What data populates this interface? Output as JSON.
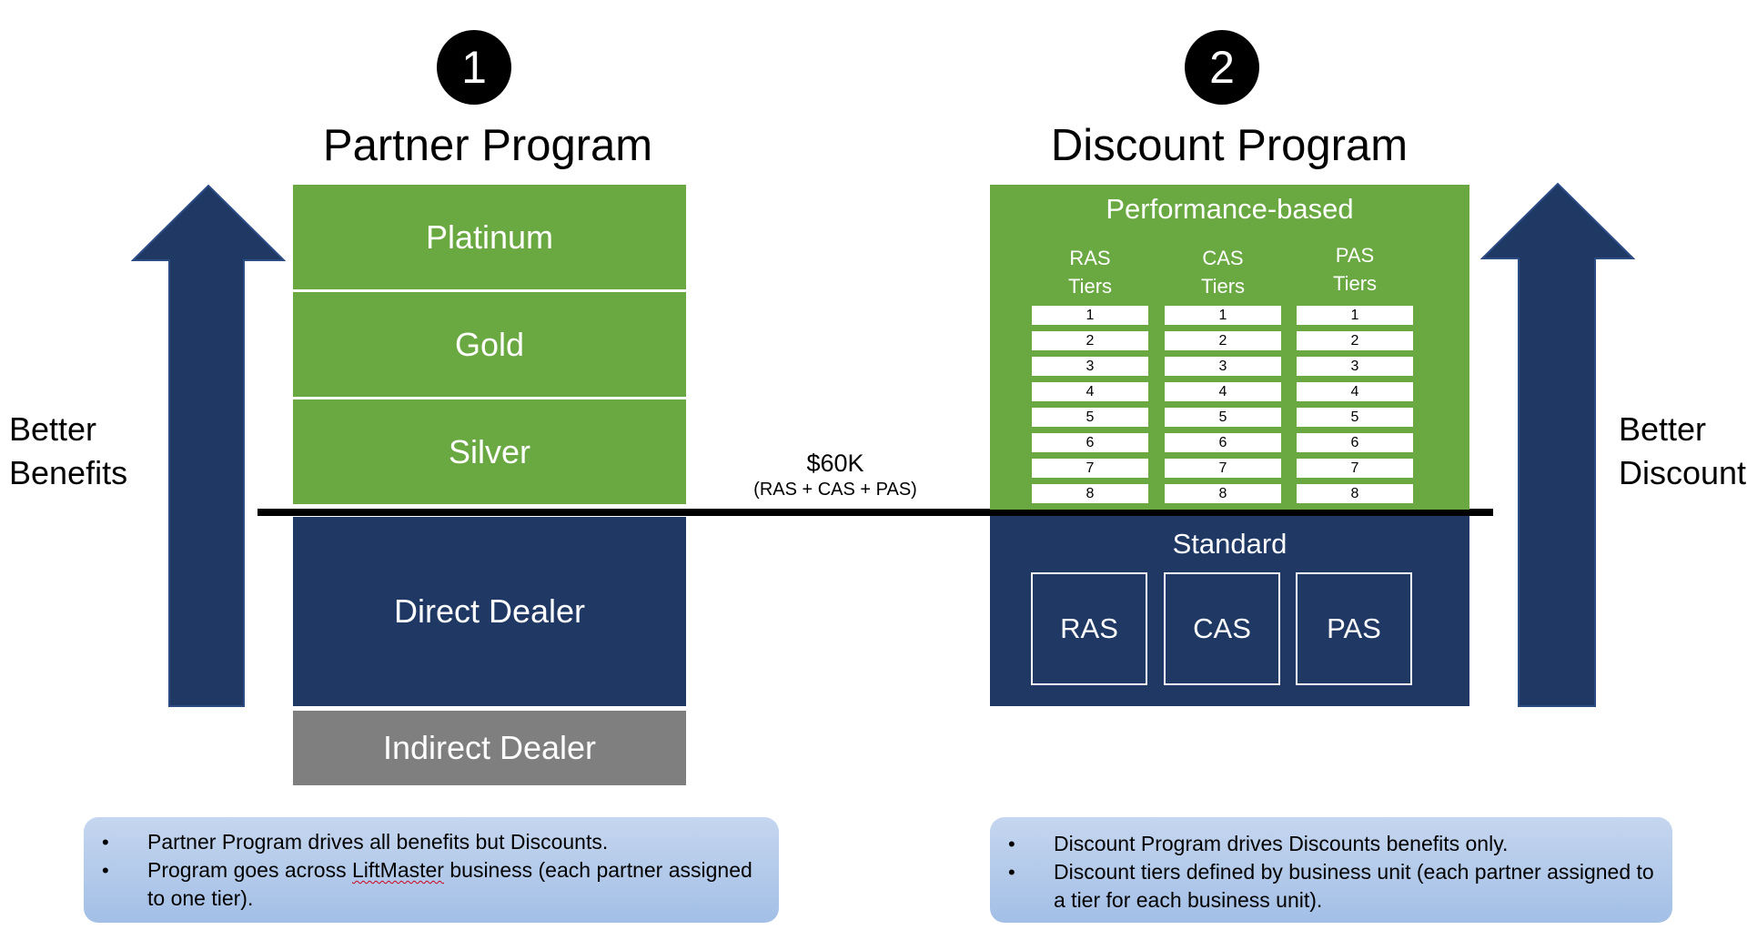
{
  "partner": {
    "number": "1",
    "title": "Partner Program",
    "tiers": [
      "Platinum",
      "Gold",
      "Silver"
    ],
    "direct": "Direct Dealer",
    "indirect": "Indirect Dealer",
    "side_label_1": "Better",
    "side_label_2": "Benefits",
    "notes": {
      "line1": "Partner Program drives all benefits but Discounts.",
      "line2_pre": "Program goes across ",
      "line2_brand": "LiftMaster",
      "line2_post": " business (each partner assigned to one tier)."
    }
  },
  "threshold": {
    "amount": "$60K",
    "basis": "(RAS + CAS + PAS)"
  },
  "discount": {
    "number": "2",
    "title": "Discount Program",
    "performance_title": "Performance-based",
    "columns": [
      {
        "head1": "RAS",
        "head2": "Tiers"
      },
      {
        "head1": "CAS",
        "head2": "Tiers"
      },
      {
        "head1": "PAS",
        "head2": "Tiers"
      }
    ],
    "tier_numbers": [
      "1",
      "2",
      "3",
      "4",
      "5",
      "6",
      "7",
      "8"
    ],
    "standard_title": "Standard",
    "units": [
      "RAS",
      "CAS",
      "PAS"
    ],
    "side_label_1": "Better",
    "side_label_2": "Discount",
    "notes": {
      "line1": "Discount Program drives Discounts benefits only.",
      "line2": "Discount tiers defined by business unit (each partner assigned to a tier for each business unit)."
    }
  },
  "colors": {
    "green": "#6aa842",
    "navy": "#1f3864",
    "gray": "#7f7f7f",
    "arrow": "#1f3864",
    "note_top": "#c5d6ef",
    "note_bottom": "#a3bfe6"
  }
}
